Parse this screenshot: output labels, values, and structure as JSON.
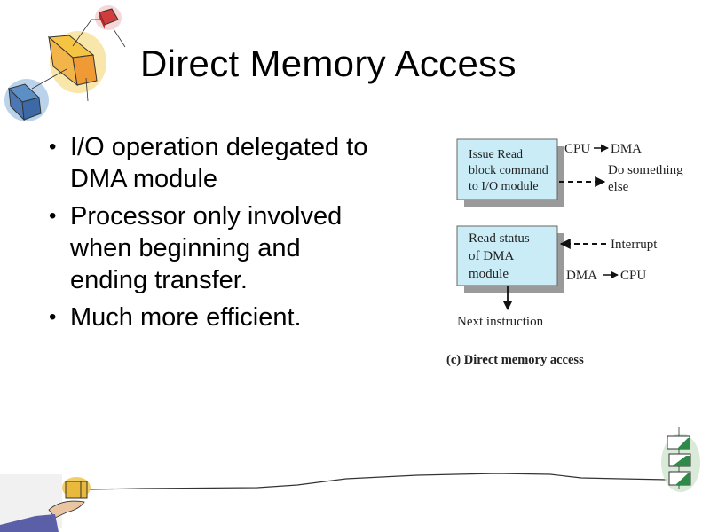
{
  "slide": {
    "title": "Direct Memory Access",
    "bullets": [
      {
        "line1": "I/O operation delegated to",
        "line2": "DMA module"
      },
      {
        "line1": "Processor  only involved",
        "line2": "when beginning and",
        "line3": "ending transfer."
      },
      {
        "line1": "Much more efficient."
      }
    ]
  },
  "diagram": {
    "box1": {
      "lines": [
        "Issue Read",
        "block command",
        "to I/O module"
      ]
    },
    "box2": {
      "lines": [
        "Read status",
        "of DMA",
        "module"
      ]
    },
    "labels": {
      "cpu_dma_from": "CPU",
      "cpu_dma_to": "DMA",
      "do_something_1": "Do something",
      "do_something_2": "else",
      "interrupt": "Interrupt",
      "dma_cpu_from": "DMA",
      "dma_cpu_to": "CPU",
      "next_instruction": "Next instruction",
      "caption": "(c) Direct memory access"
    },
    "colors": {
      "box_fill": "#c9ecf7",
      "shadow": "#9a9a9a"
    }
  },
  "decorations": {
    "top_left_icon": "cubes-network-icon",
    "bottom_left_icon": "hand-holding-box-icon",
    "bottom_right_icon": "stacked-green-boxes-icon"
  }
}
